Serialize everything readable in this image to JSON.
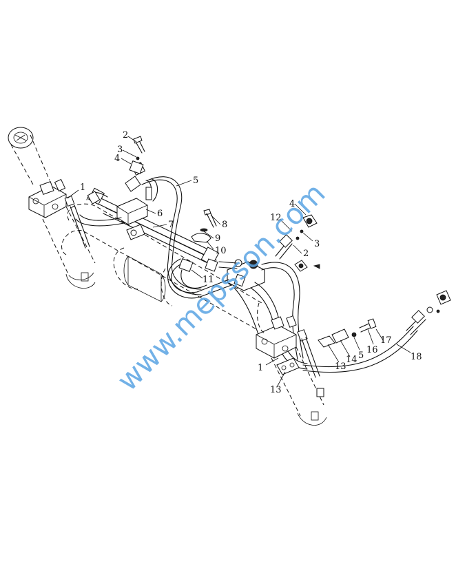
{
  "watermark": "www.mepsson.com",
  "callouts": [
    {
      "id": "c2a",
      "text": "2"
    },
    {
      "id": "c3a",
      "text": "3"
    },
    {
      "id": "c4a",
      "text": "4"
    },
    {
      "id": "c5a",
      "text": "5"
    },
    {
      "id": "c1a",
      "text": "1"
    },
    {
      "id": "c6",
      "text": "6"
    },
    {
      "id": "c7",
      "text": "7"
    },
    {
      "id": "c8",
      "text": "8"
    },
    {
      "id": "c9",
      "text": "9"
    },
    {
      "id": "c10",
      "text": "10"
    },
    {
      "id": "c11",
      "text": "11"
    },
    {
      "id": "c4b",
      "text": "4"
    },
    {
      "id": "c12",
      "text": "12"
    },
    {
      "id": "c3b",
      "text": "3"
    },
    {
      "id": "c2b",
      "text": "2"
    },
    {
      "id": "c1b",
      "text": "1"
    },
    {
      "id": "c13a",
      "text": "13"
    },
    {
      "id": "c13b",
      "text": "13"
    },
    {
      "id": "c14",
      "text": "14"
    },
    {
      "id": "c5b",
      "text": "5"
    },
    {
      "id": "c16",
      "text": "16"
    },
    {
      "id": "c17",
      "text": "17"
    },
    {
      "id": "c18",
      "text": "18"
    }
  ]
}
